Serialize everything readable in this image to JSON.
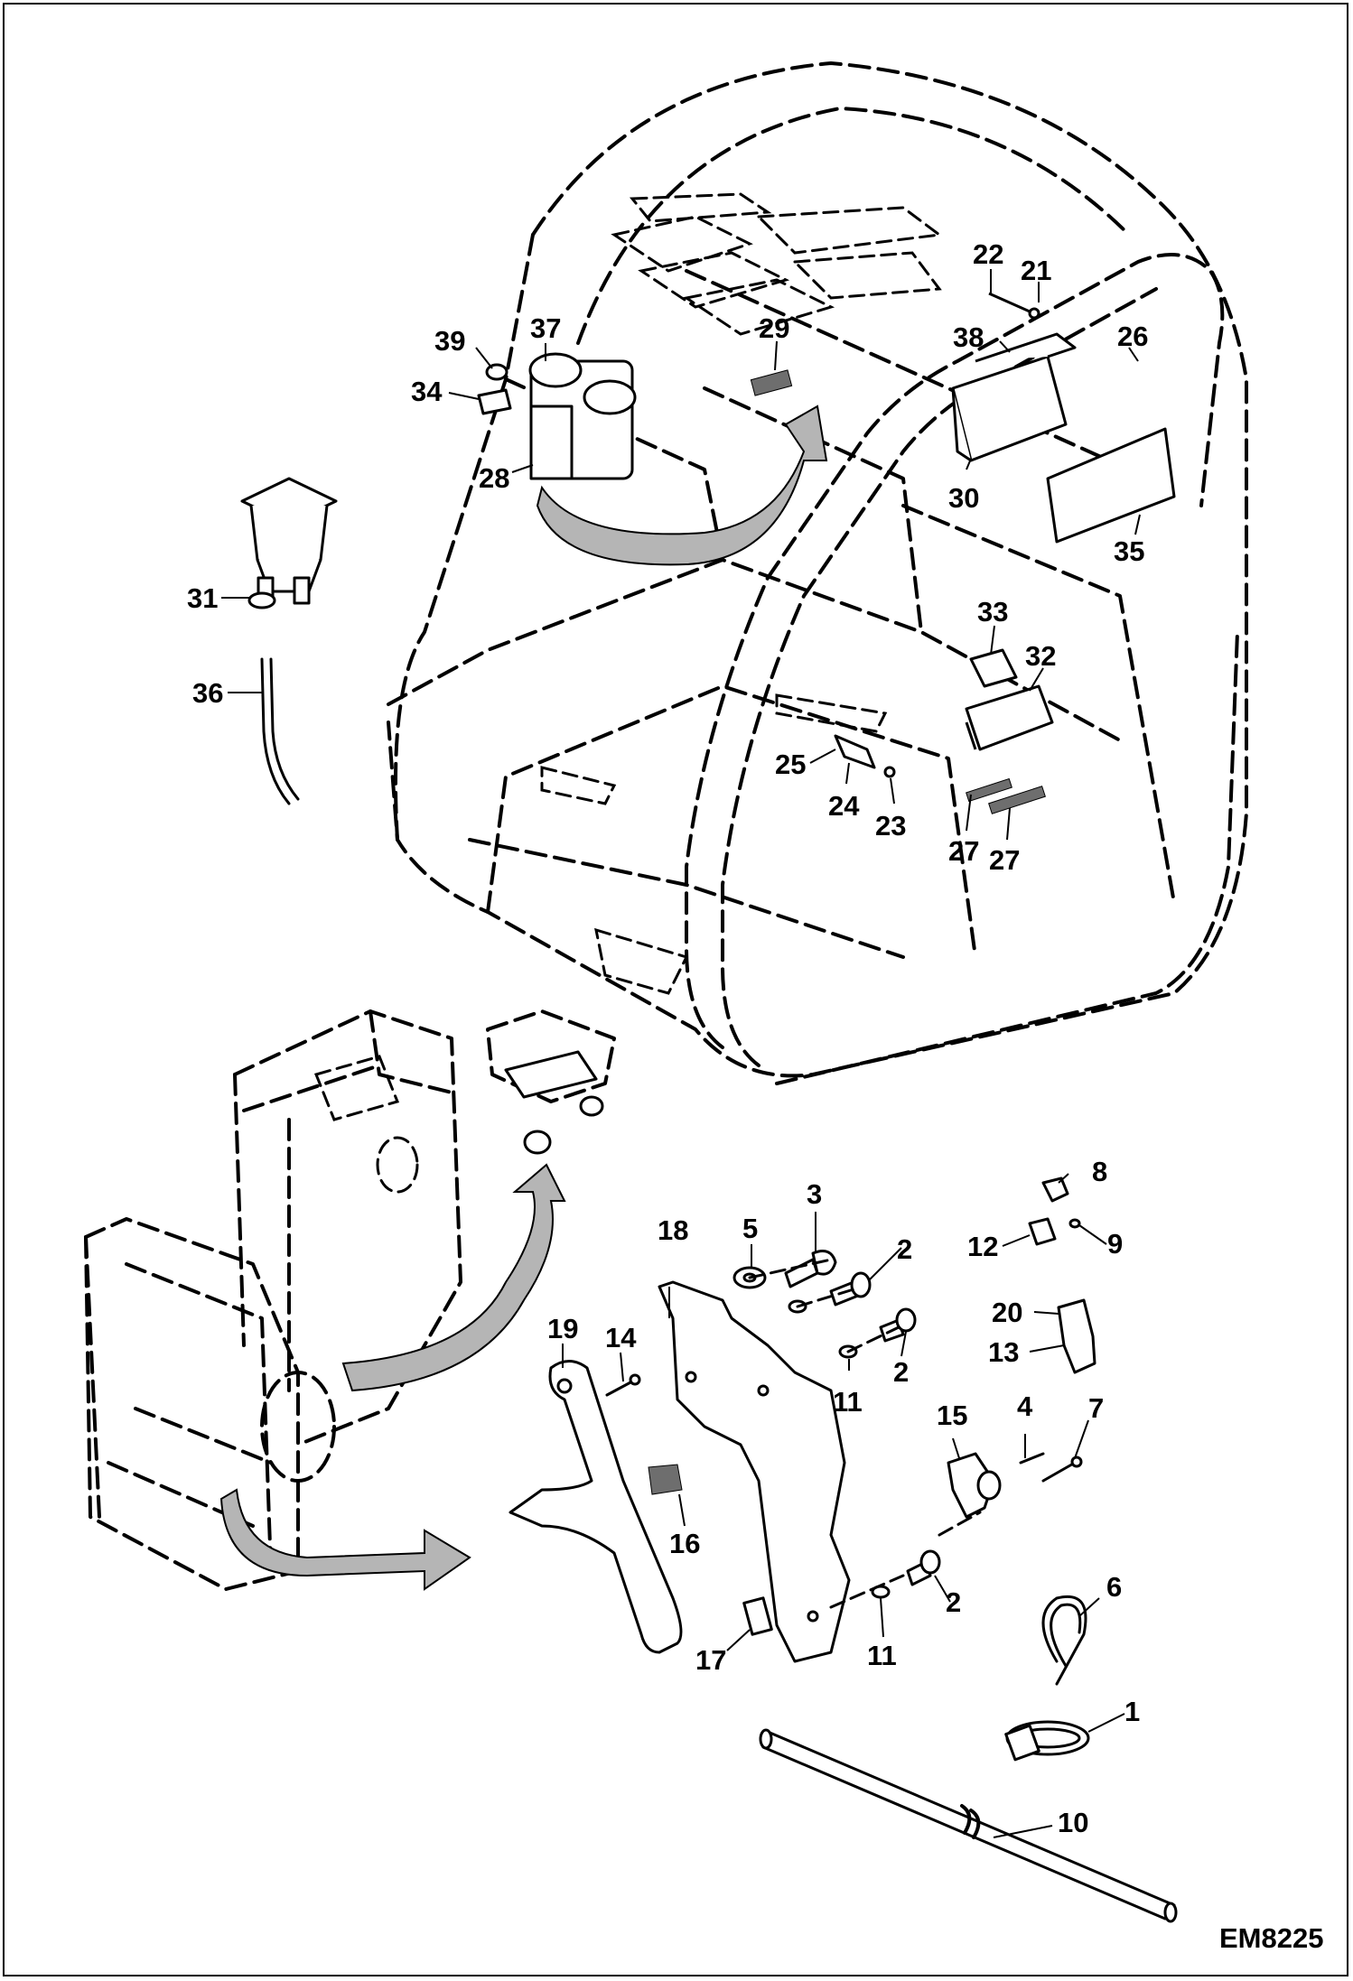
{
  "drawing": {
    "code": "EM8225",
    "callouts": [
      "1",
      "2",
      "3",
      "4",
      "5",
      "6",
      "7",
      "8",
      "9",
      "10",
      "11",
      "12",
      "13",
      "14",
      "15",
      "16",
      "17",
      "18",
      "19",
      "20",
      "21",
      "22",
      "23",
      "24",
      "25",
      "26",
      "27",
      "28",
      "29",
      "30",
      "31",
      "32",
      "33",
      "34",
      "35",
      "36",
      "37",
      "38",
      "39"
    ]
  },
  "colors": {
    "line": "#000000",
    "background": "#ffffff",
    "arrow_fill": "#b5b5b5"
  }
}
